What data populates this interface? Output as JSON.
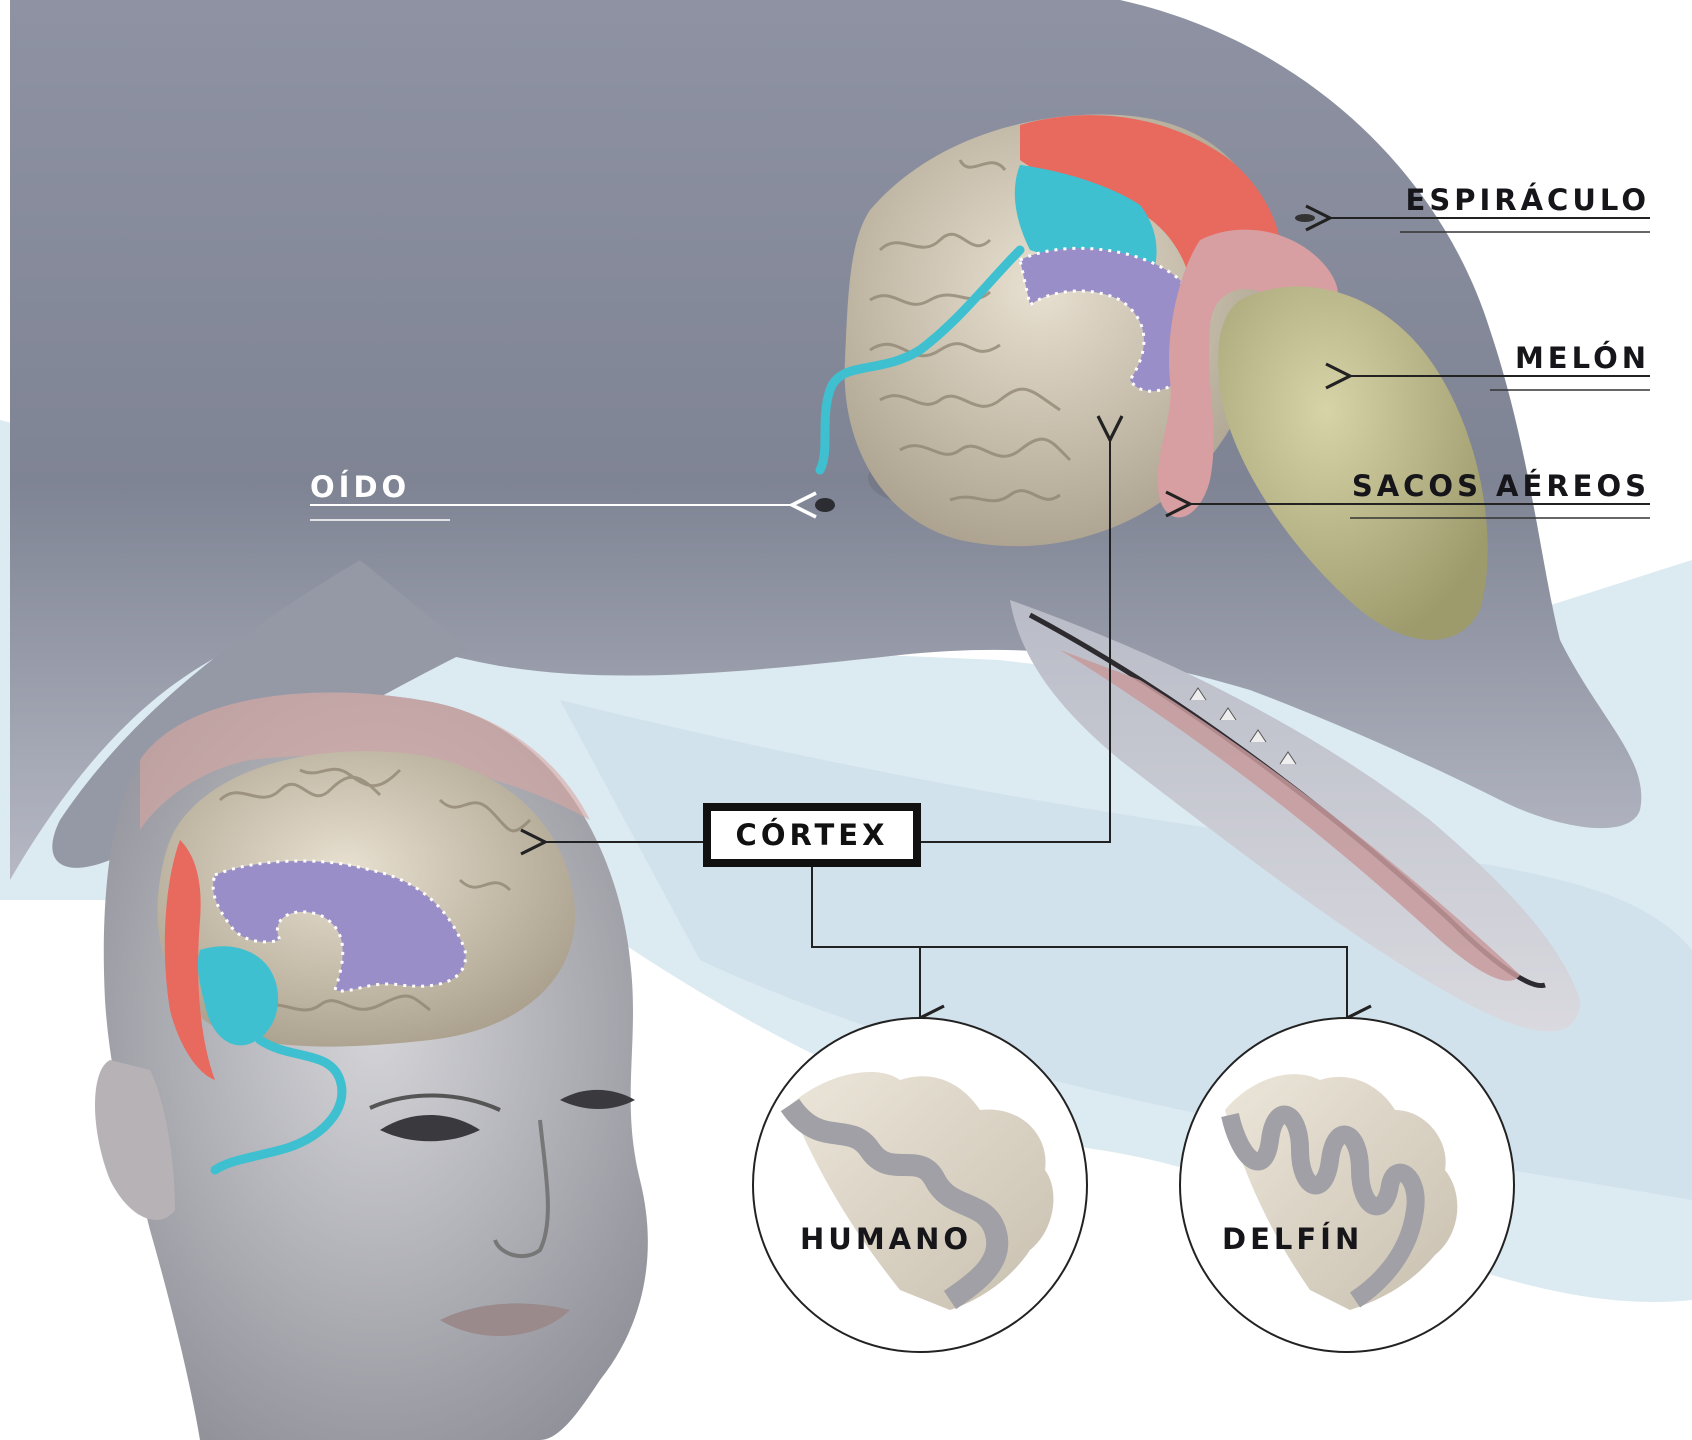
{
  "labels": {
    "espiraculo": "ESPIRÁCULO",
    "melon": "MELÓN",
    "sacos_aereos": "SACOS AÉREOS",
    "oido": "OÍDO",
    "cortex": "CÓRTEX",
    "humano": "HUMANO",
    "delfin": "DELFÍN"
  },
  "colors": {
    "dolphin_body": "#8a8e9c",
    "water_background": "#d6e6f0",
    "brain_tissue": "#d9cfbe",
    "region_red": "#e8695e",
    "region_cyan": "#3ec0d0",
    "region_purple": "#9a8ec8",
    "melon": "#bdb987",
    "air_sacs": "#d79fa2",
    "label_text": "#15151a"
  }
}
